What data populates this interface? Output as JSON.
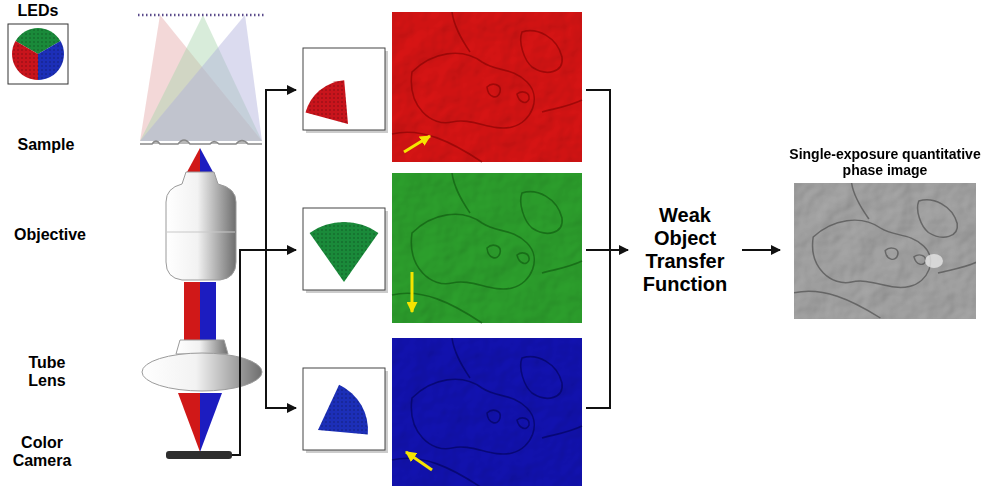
{
  "diagram": {
    "nodes": [
      {
        "text": [
          "LEDs"
        ]
      },
      {
        "text": [
          "Sample"
        ]
      },
      {
        "text": [
          "Objective"
        ]
      },
      {
        "text": [
          "Tube Lens"
        ]
      },
      {
        "text": [
          "Color Camera"
        ]
      },
      {
        "text": [
          "Weak Object Transfer Function"
        ]
      },
      {
        "text": [
          "Single-exposure quantitative phase image"
        ]
      }
    ],
    "edges": [
      {
        "from": 5,
        "to": 6,
        "arrow": "to"
      }
    ]
  }
}
